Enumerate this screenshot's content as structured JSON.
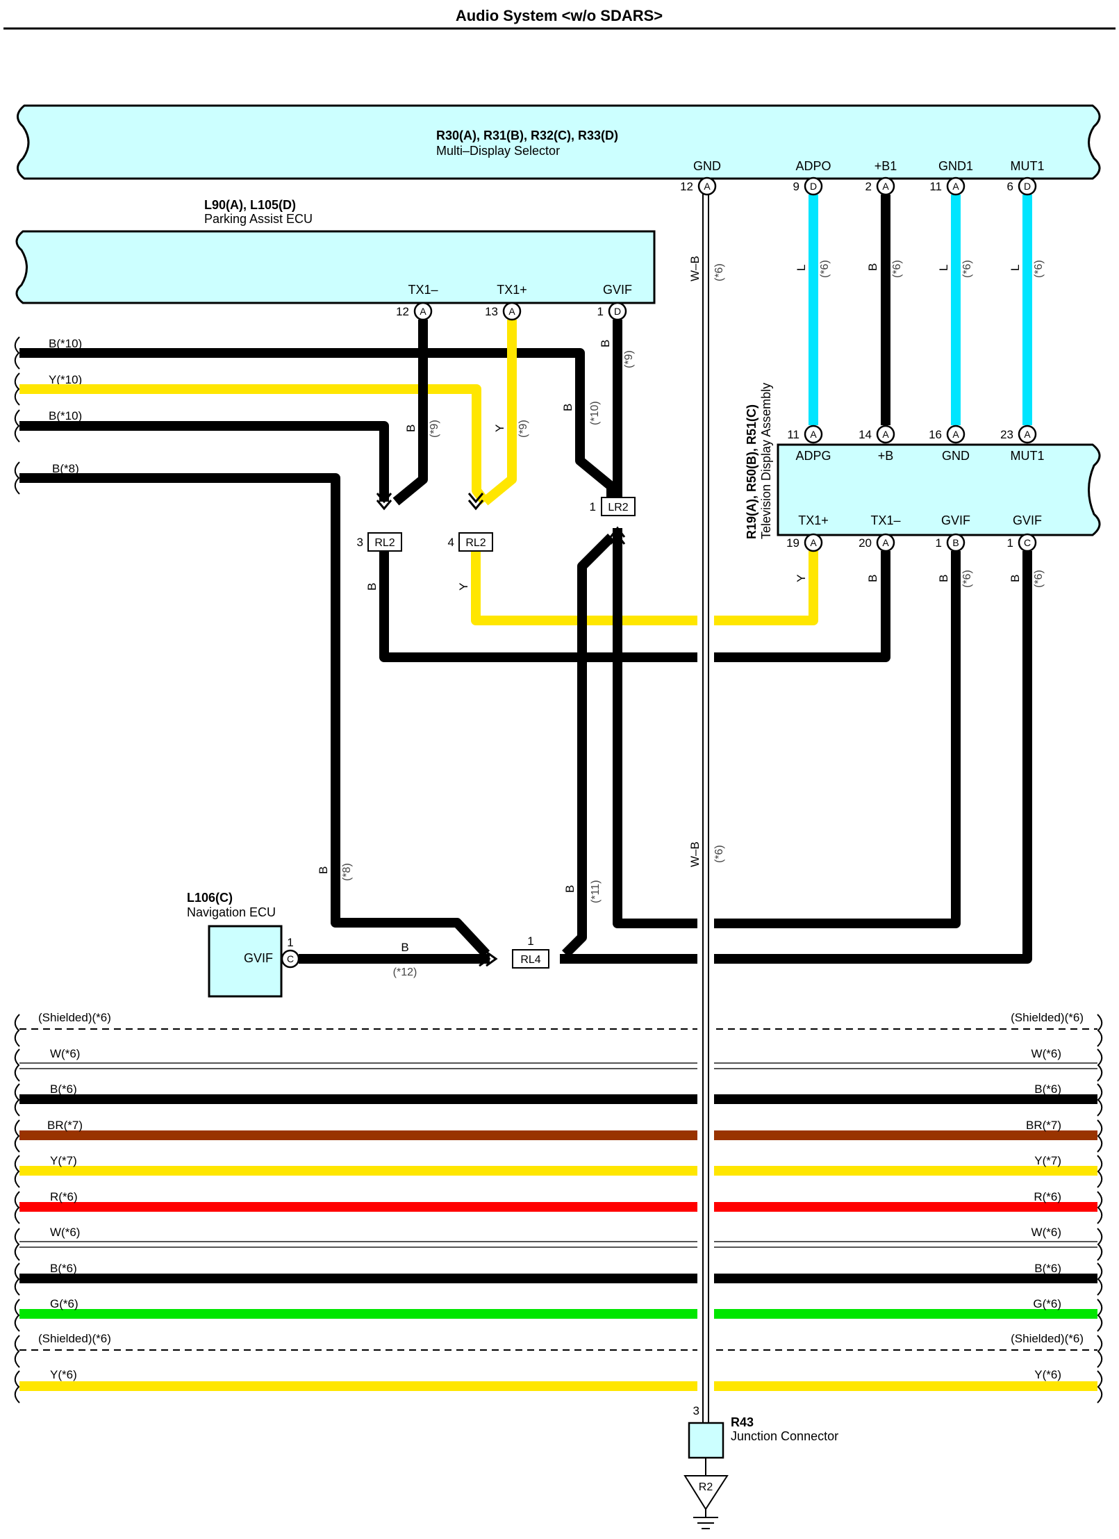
{
  "title": "Audio System <w/o SDARS>",
  "components": {
    "multi_display": {
      "ids": "R30(A), R31(B), R32(C), R33(D)",
      "name": "Multi–Display Selector",
      "pins": [
        {
          "label": "GND",
          "num": "12",
          "conn": "A"
        },
        {
          "label": "ADPO",
          "num": "9",
          "conn": "D"
        },
        {
          "label": "+B1",
          "num": "2",
          "conn": "A"
        },
        {
          "label": "GND1",
          "num": "11",
          "conn": "A"
        },
        {
          "label": "MUT1",
          "num": "6",
          "conn": "D"
        }
      ]
    },
    "parking": {
      "ids": "L90(A), L105(D)",
      "name": "Parking Assist ECU",
      "pins": [
        {
          "label": "TX1–",
          "num": "12",
          "conn": "A"
        },
        {
          "label": "TX1+",
          "num": "13",
          "conn": "A"
        },
        {
          "label": "GVIF",
          "num": "1",
          "conn": "D"
        }
      ]
    },
    "tv": {
      "ids": "R19(A), R50(B), R51(C)",
      "name": "Television Display Assembly",
      "top_pins": [
        {
          "label": "ADPG",
          "num": "11",
          "conn": "A"
        },
        {
          "label": "+B",
          "num": "14",
          "conn": "A"
        },
        {
          "label": "GND",
          "num": "16",
          "conn": "A"
        },
        {
          "label": "MUT1",
          "num": "23",
          "conn": "A"
        }
      ],
      "bottom_pins": [
        {
          "label": "TX1+",
          "num": "19",
          "conn": "A"
        },
        {
          "label": "TX1–",
          "num": "20",
          "conn": "A"
        },
        {
          "label": "GVIF",
          "num": "1",
          "conn": "B"
        },
        {
          "label": "GVIF",
          "num": "1",
          "conn": "C"
        }
      ]
    },
    "nav": {
      "ids": "L106(C)",
      "name": "Navigation ECU",
      "pin_label": "GVIF",
      "pin_num": "1",
      "pin_conn": "C"
    },
    "junction": {
      "ids": "R43",
      "name": "Junction Connector",
      "pin_num": "3"
    },
    "ground": {
      "label": "R2"
    }
  },
  "wire_labels": {
    "top_left": [
      "B(*10)",
      "Y(*10)",
      "B(*10)",
      "B(*8)"
    ],
    "multi_wires": [
      {
        "color": "W–B",
        "note": "(*6)"
      },
      {
        "color": "L",
        "note": "(*6)"
      },
      {
        "color": "B",
        "note": "(*6)"
      },
      {
        "color": "L",
        "note": "(*6)"
      },
      {
        "color": "L",
        "note": "(*6)"
      }
    ],
    "parking_wires": [
      {
        "color": "B",
        "note": "(*9)"
      },
      {
        "color": "Y",
        "note": "(*9)"
      },
      {
        "color": "B",
        "note": "(*10)"
      },
      {
        "color": "B",
        "note": "(*9)"
      }
    ],
    "tv_wires": [
      {
        "color": "Y",
        "note": ""
      },
      {
        "color": "B",
        "note": ""
      },
      {
        "color": "B",
        "note": "(*6)"
      },
      {
        "color": "B",
        "note": "(*6)"
      }
    ],
    "rl_left": {
      "color": "B"
    },
    "rl_right": {
      "color": "Y"
    },
    "b8": {
      "color": "B",
      "note": "(*8)"
    },
    "b11": {
      "color": "B",
      "note": "(*11)"
    },
    "wb_lower": {
      "color": "W–B",
      "note": "(*6)"
    },
    "nav_wire": {
      "color": "B",
      "note": "(*12)"
    }
  },
  "splices": [
    {
      "label": "RL2",
      "num": "3"
    },
    {
      "label": "RL2",
      "num": "4"
    },
    {
      "label": "LR2",
      "num": "1"
    },
    {
      "label": "RL4",
      "num": "1"
    }
  ],
  "bus_wires": [
    {
      "label": "(Shielded)(*6)",
      "type": "shield"
    },
    {
      "label": "W(*6)",
      "type": "white"
    },
    {
      "label": "B(*6)",
      "type": "wire",
      "color": "#000000"
    },
    {
      "label": "BR(*7)",
      "type": "wire",
      "color": "#993300"
    },
    {
      "label": "Y(*7)",
      "type": "wire",
      "color": "#ffe600"
    },
    {
      "label": "R(*6)",
      "type": "wire",
      "color": "#ff0000"
    },
    {
      "label": "W(*6)",
      "type": "white"
    },
    {
      "label": "B(*6)",
      "type": "wire",
      "color": "#000000"
    },
    {
      "label": "G(*6)",
      "type": "wire",
      "color": "#00e600"
    },
    {
      "label": "(Shielded)(*6)",
      "type": "shield"
    },
    {
      "label": "Y(*6)",
      "type": "wire",
      "color": "#ffe600"
    }
  ],
  "colors": {
    "component_fill": "#ccffff",
    "black": "#000000",
    "yellow": "#ffe600",
    "cyan": "#00e5ff"
  }
}
